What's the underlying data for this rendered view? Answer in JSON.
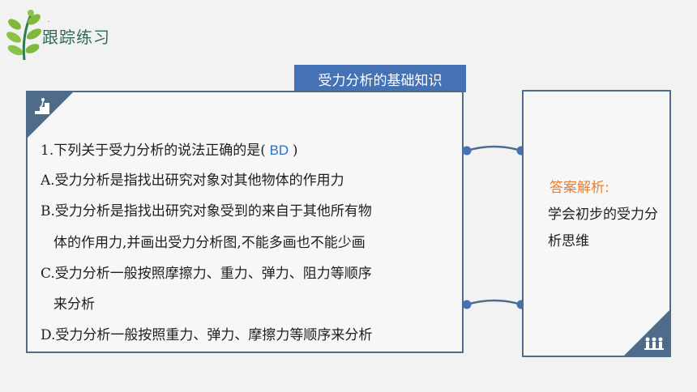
{
  "header": {
    "title": "跟踪练习",
    "mark": "."
  },
  "section_tag": "受力分析的基础知识",
  "question": {
    "stem_prefix": "1.下列关于受力分析的说法正确的是(",
    "answer": " BD ",
    "stem_suffix": ")",
    "options": [
      "A.受力分析是指找出研究对象对其他物体的作用力",
      "B.受力分析是指找出研究对象受到的来自于其他所有物",
      "体的作用力,并画出受力分析图,不能多画也不能少画",
      "C.受力分析一般按照摩擦力、重力、弹力、阻力等顺序",
      "来分析",
      "D.受力分析一般按照重力、弹力、摩擦力等顺序来分析"
    ]
  },
  "answer_panel": {
    "label": "答案解析:",
    "text": "学会初步的受力分析思维"
  },
  "colors": {
    "accent": "#4472b4",
    "frame": "#4f6b8a",
    "header_green": "#2e6b52",
    "answer_orange": "#f07d2a",
    "answer_blue": "#2f6fc8"
  }
}
